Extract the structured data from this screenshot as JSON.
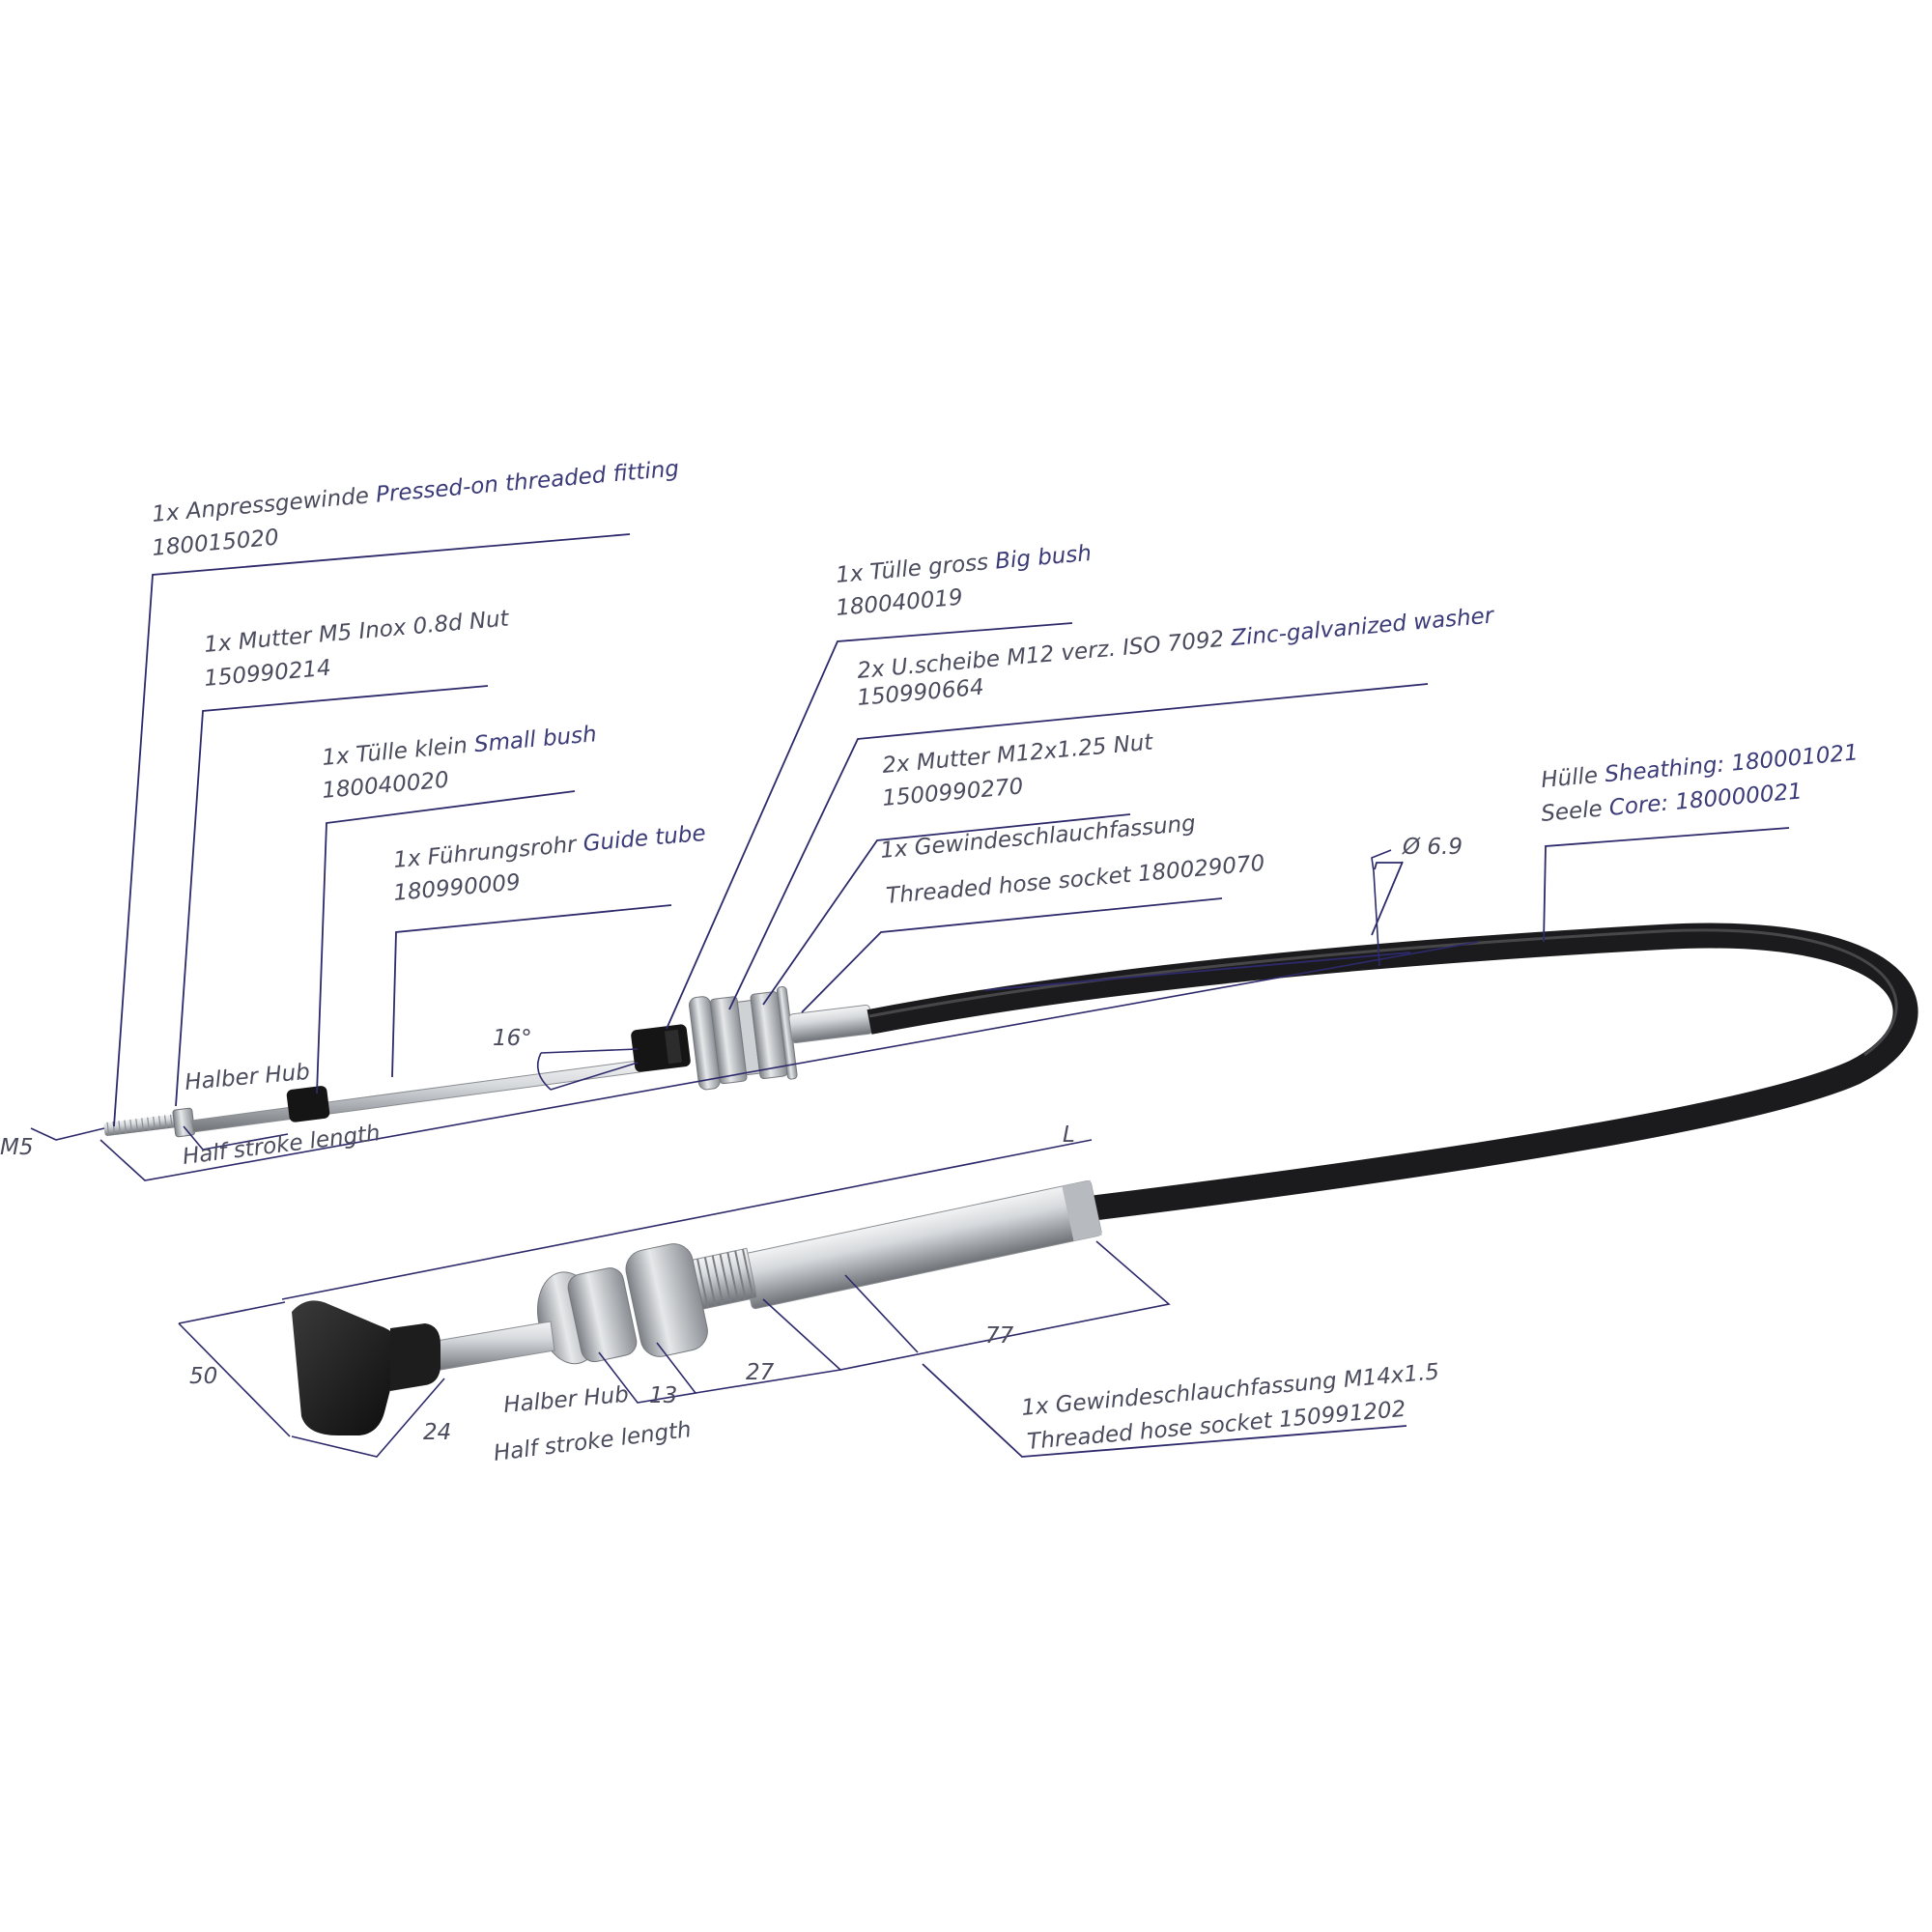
{
  "colors": {
    "leader_line": "#2d2a6b",
    "text_de": "#4b4b5e",
    "text_en": "#3b3b78",
    "sheathing": "#1b1b1d",
    "steel": "#c9ccd0",
    "knob": "#1a1a1a"
  },
  "callouts": {
    "pressed_fitting": {
      "line1_de": "1x Anpressgewinde",
      "line1_en": "Pressed-on threaded fitting",
      "part_no": "180015020"
    },
    "nut_m5": {
      "line1_de": "1x Mutter M5 Inox 0.8d Nut",
      "part_no": "150990214"
    },
    "small_bush": {
      "line1_de": "1x Tülle klein",
      "line1_en": "Small bush",
      "part_no": "180040020"
    },
    "guide_tube": {
      "line1_de": "1x Führungsrohr",
      "line1_en": "Guide tube",
      "part_no": "180990009"
    },
    "big_bush": {
      "line1_de": "1x Tülle gross",
      "line1_en": "Big bush",
      "part_no": "180040019"
    },
    "washer": {
      "line1_de": "2x U.scheibe M12 verz. ISO 7092",
      "line1_en": "Zinc-galvanized washer",
      "part_no": "150990664"
    },
    "nut_m12": {
      "line1_de": "2x Mutter M12x1.25 Nut",
      "part_no": "1500990270"
    },
    "hose_socket_top": {
      "line1_de": "1x Gewindeschlauchfassung",
      "line2_en": "Threaded hose socket 180029070"
    },
    "sheathing": {
      "line1_de": "Hülle",
      "line1_en": "Sheathing: 180001021",
      "line2_de": "Seele",
      "line2_en": "Core: 180000021"
    },
    "hose_socket_bottom": {
      "line1_de": "1x Gewindeschlauchfassung M14x1.5",
      "line2_en": "Threaded hose socket 150991202"
    }
  },
  "dimensions": {
    "thread_m5": "M5",
    "halber_hub_top": "Halber Hub",
    "half_stroke_top": "Half stroke length",
    "angle": "16°",
    "diameter": "Ø 6.9",
    "length": "L",
    "knob_height": "50",
    "knob_width": "24",
    "halber_hub_bottom": "Halber Hub",
    "half_stroke_bottom": "Half stroke length",
    "nut_width": "13",
    "thread_length": "27",
    "socket_length": "77"
  }
}
